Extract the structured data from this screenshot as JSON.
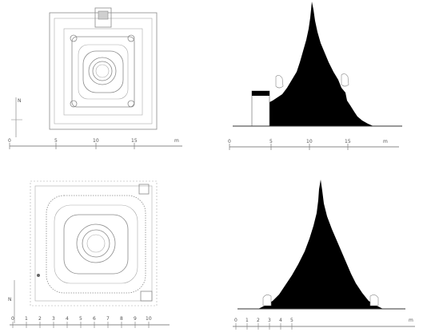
{
  "panels": {
    "top_left": {
      "north_label": "N",
      "scale_ticks": [
        "0",
        "5",
        "10",
        "15"
      ],
      "scale_unit": "m"
    },
    "top_right": {
      "scale_ticks": [
        "0",
        "5",
        "10",
        "15"
      ],
      "scale_unit": "m"
    },
    "bottom_left": {
      "north_label": "N",
      "scale_ticks": [
        "0",
        "1",
        "2",
        "3",
        "4",
        "5",
        "6",
        "7",
        "8",
        "9",
        "10"
      ]
    },
    "bottom_right": {
      "scale_ticks": [
        "0",
        "1",
        "2",
        "3",
        "4",
        "5"
      ],
      "scale_unit": "m"
    }
  },
  "colors": {
    "silhouette": "#000000",
    "plan_lines": "#8a8a8a",
    "background": "#ffffff"
  }
}
